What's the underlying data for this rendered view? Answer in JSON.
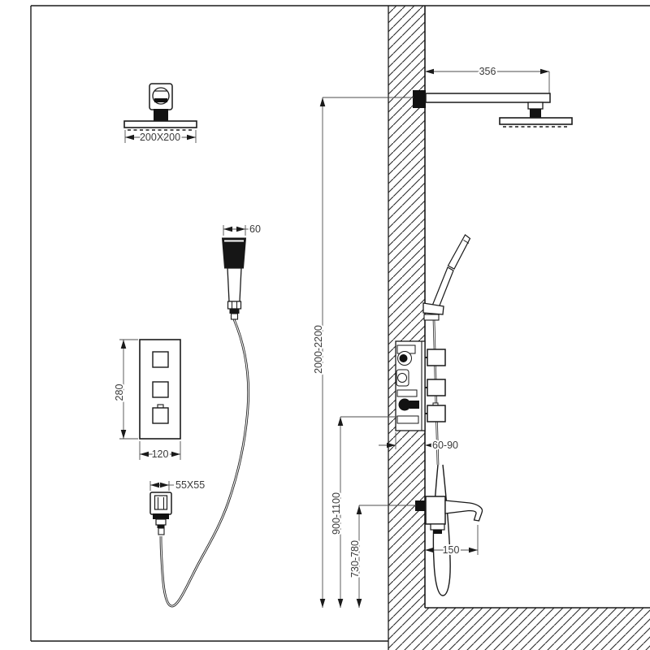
{
  "diagram_type": "shower-system-installation-drawing",
  "colors": {
    "line": "#1a1a1a",
    "dimension_line": "#4d4d4d",
    "text": "#3a3a3a",
    "dark_fill": "#121212",
    "background": "#ffffff"
  },
  "dimensions": {
    "overhead_shower_size": "200X200",
    "hand_shower_width": "60",
    "mixer_panel_height": "280",
    "mixer_panel_width": "120",
    "wall_outlet_size": "55X55",
    "shower_arm_length": "356",
    "installation_height": "2000-2200",
    "valve_recess_depth": "60-90",
    "mixer_height_from_floor": "900-1100",
    "spout_height_from_floor": "730-780",
    "spout_length": "150"
  }
}
